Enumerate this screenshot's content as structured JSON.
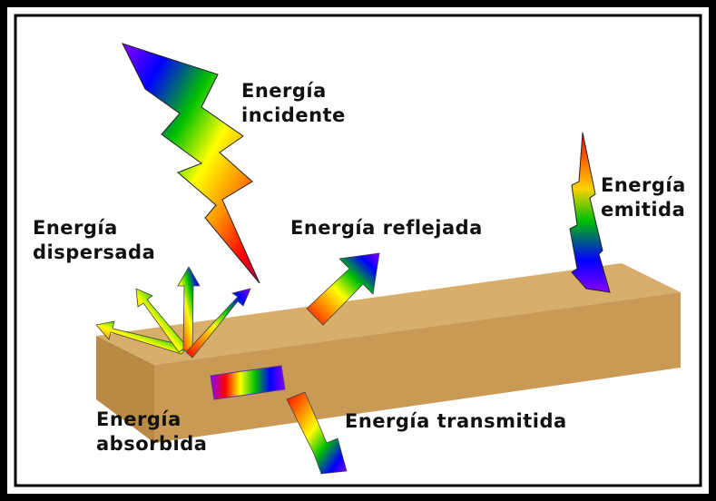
{
  "labels": {
    "incident": {
      "line1": "Energía",
      "line2": "incidente"
    },
    "reflected": {
      "text": "Energía reflejada"
    },
    "emitted": {
      "line1": "Energía",
      "line2": "emitida"
    },
    "scattered": {
      "line1": "Energía",
      "line2": "dispersada"
    },
    "absorbed": {
      "line1": "Energía",
      "line2": "absorbida"
    },
    "transmitted": {
      "text": "Energía transmitida"
    }
  },
  "colors": {
    "frame": "#000000",
    "background": "#ffffff",
    "slab_top": "#d7ae6a",
    "slab_front": "#c89a55",
    "slab_side": "#b98a46",
    "spectrum": [
      "#ff0000",
      "#ff8c00",
      "#ffff00",
      "#00c000",
      "#0000ff",
      "#8b00ff"
    ]
  }
}
